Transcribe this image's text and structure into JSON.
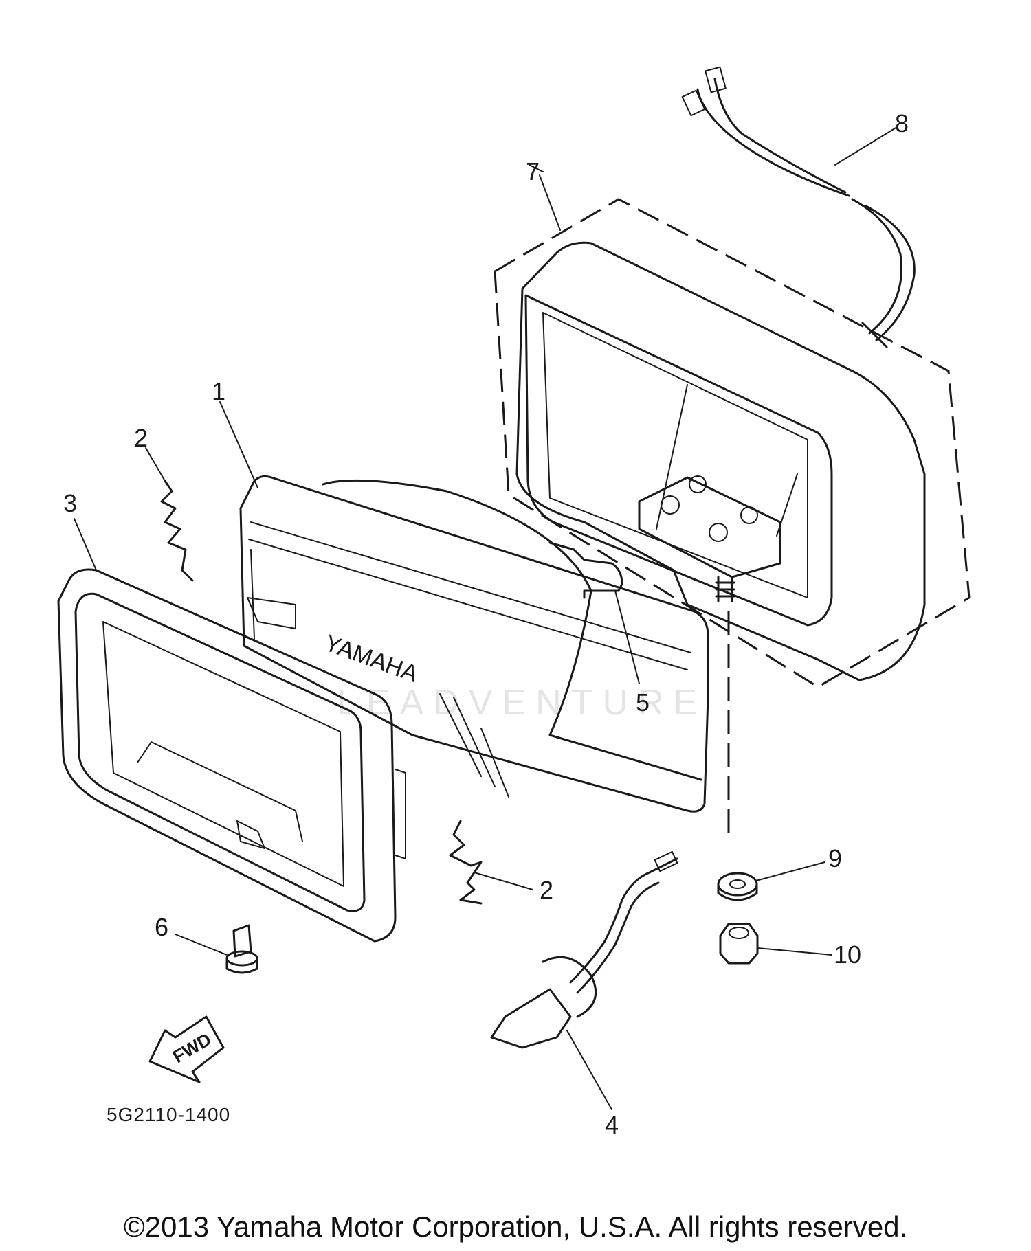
{
  "callouts": [
    {
      "id": "c1",
      "label": "1"
    },
    {
      "id": "c2a",
      "label": "2"
    },
    {
      "id": "c2b",
      "label": "2"
    },
    {
      "id": "c3",
      "label": "3"
    },
    {
      "id": "c4",
      "label": "4"
    },
    {
      "id": "c5",
      "label": "5"
    },
    {
      "id": "c6",
      "label": "6"
    },
    {
      "id": "c7",
      "label": "7"
    },
    {
      "id": "c8",
      "label": "8"
    },
    {
      "id": "c9",
      "label": "9"
    },
    {
      "id": "c10",
      "label": "10"
    }
  ],
  "lens_brand": "YAMAHA",
  "fwd_arrow_label": "FWD",
  "diagram_code": "5G2110-1400",
  "watermark": "LEADVENTURE",
  "copyright": "©2013 Yamaha Motor Corporation, U.S.A. All rights reserved."
}
